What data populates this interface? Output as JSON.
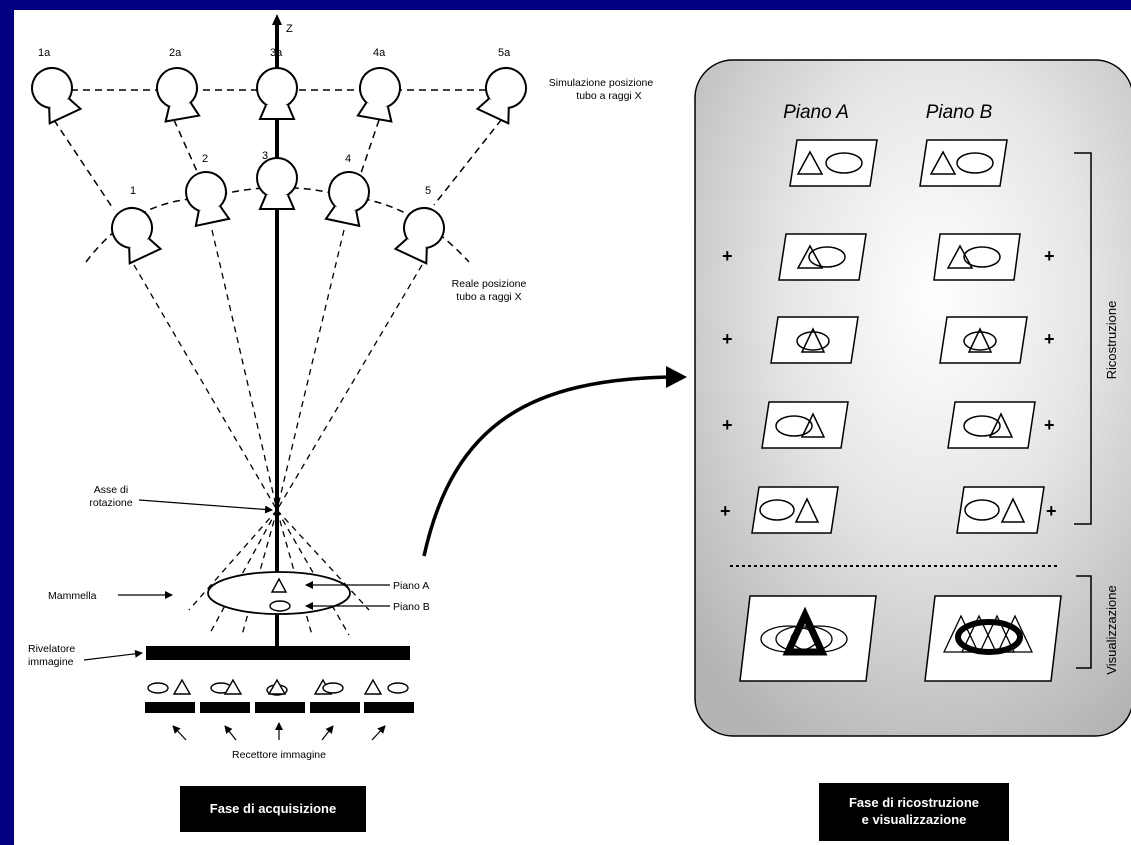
{
  "acquisition": {
    "axis_label": "Z",
    "top_tube_labels": [
      "1a",
      "2a",
      "3a",
      "4a",
      "5a"
    ],
    "real_tube_labels": [
      "1",
      "2",
      "3",
      "4",
      "5"
    ],
    "simulated_position_label": [
      "Simulazione posizione",
      "tubo a raggi X"
    ],
    "real_position_label": [
      "Reale posizione",
      "tubo a raggi X"
    ],
    "rotation_axis_label": [
      "Asse di",
      "rotazione"
    ],
    "breast_label": "Mammella",
    "plane_a_label": "Piano A",
    "plane_b_label": "Piano B",
    "detector_label": [
      "Rivelatore",
      "immagine"
    ],
    "receptor_label": "Recettore immagine",
    "phase_caption": "Fase di acquisizione"
  },
  "reconstruction": {
    "col_a_title": "Piano A",
    "col_b_title": "Piano B",
    "plus_sign": "+",
    "side_label_reconstruction": "Ricostruzione",
    "side_label_visualization": "Visualizzazione",
    "phase_caption": [
      "Fase di ricostruzione",
      "e visualizzazione"
    ]
  },
  "colors": {
    "frame": "#000080",
    "panel_fill": "#d2d2d2",
    "caption_bg": "#000000"
  }
}
